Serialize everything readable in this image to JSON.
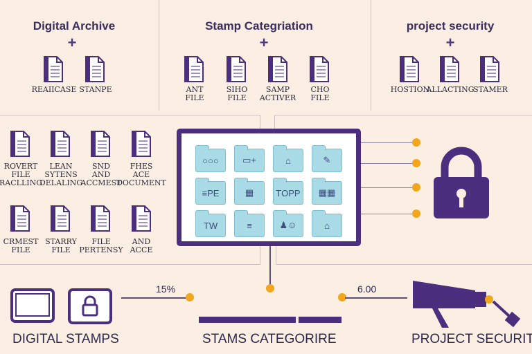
{
  "sections": {
    "archive": {
      "title": "Digital Archive",
      "plus": "+",
      "files": [
        "REAIICASE",
        "STANPE"
      ]
    },
    "stamp": {
      "title": "Stamp Categriation",
      "plus": "+",
      "files": [
        {
          "l1": "ANT",
          "l2": "FILE"
        },
        {
          "l1": "SIHO",
          "l2": "FILE"
        },
        {
          "l1": "SAMP",
          "l2": "ACTIVER"
        },
        {
          "l1": "CHO",
          "l2": "FILE"
        }
      ]
    },
    "security": {
      "title": "project security",
      "plus": "+",
      "files": [
        "HOSTION",
        "ALLACTING",
        "STAMER"
      ]
    }
  },
  "left_grid": {
    "row1": [
      {
        "l1": "ROVERT",
        "l2": "FILE",
        "l3": "RACLLING"
      },
      {
        "l1": "LEAN",
        "l2": "SYTENS",
        "l3": "DELALING"
      },
      {
        "l1": "SND",
        "l2": "AND",
        "l3": "ACCMEST"
      },
      {
        "l1": "FHES",
        "l2": "ACE",
        "l3": "DOCUMENT"
      }
    ],
    "row2": [
      {
        "l1": "CRMEST",
        "l2": "FILE"
      },
      {
        "l1": "STARRY",
        "l2": "FILE"
      },
      {
        "l1": "FILE",
        "l2": "PERTENSY"
      },
      {
        "l1": "AND",
        "l2": "ACCE"
      }
    ]
  },
  "monitor": {
    "tiles": [
      "○○○",
      "▭+",
      "⌂",
      "✎",
      "≡PE",
      "▦",
      "TOPP",
      "▦▦",
      "TW",
      "≡",
      "♟☺",
      "⌂"
    ]
  },
  "bottom": {
    "left_title": "DIGITAL STAMPS",
    "center_title": "STAMS CATEGORIRE",
    "right_title": "PROJECT SECURITI",
    "left_value": "15%",
    "right_value": "6.00"
  },
  "colors": {
    "accent": "#4b2f7e",
    "dot": "#f2a61c",
    "folder": "#a9dbe6",
    "background": "#fbeee3"
  }
}
